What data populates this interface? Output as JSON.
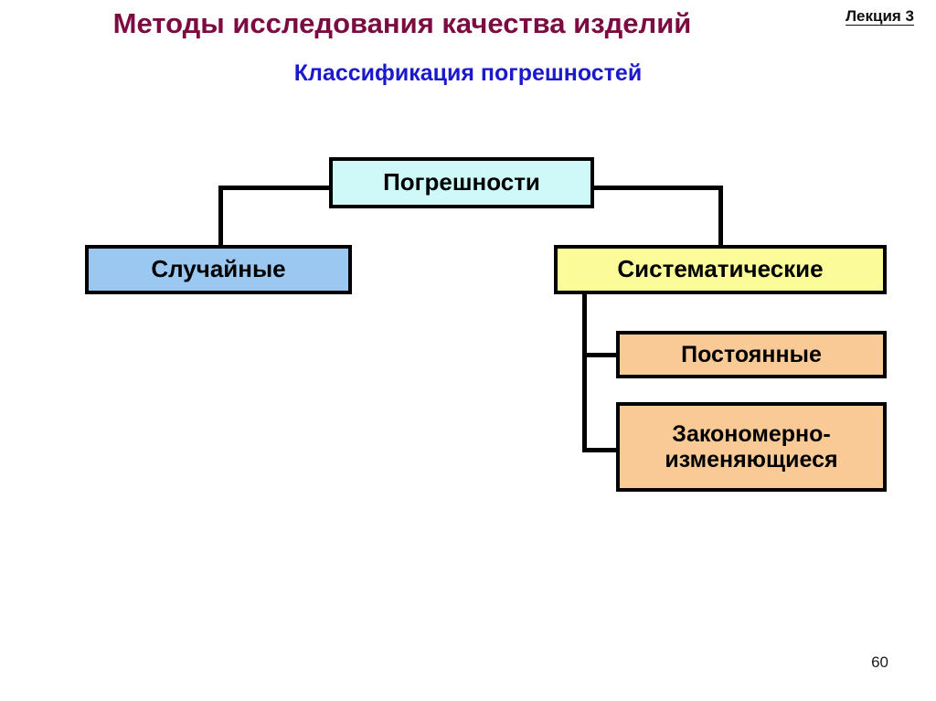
{
  "slide": {
    "title": "Методы исследования качества изделий",
    "lecture_label": "Лекция 3",
    "subtitle": "Классификация погрешностей",
    "page_number": "60"
  },
  "colors": {
    "title": "#7B0B40",
    "subtitle": "#1A1ACC",
    "node_errors_fill": "#CFF8F8",
    "node_random_fill": "#9AC8F0",
    "node_systematic_fill": "#FBFB99",
    "node_constant_fill": "#F9C996",
    "node_regular_fill": "#F9C996",
    "node_border": "#000000",
    "connector": "#000000",
    "background": "#FFFFFF"
  },
  "diagram": {
    "type": "tree",
    "root": {
      "id": "errors",
      "label": "Погрешности"
    },
    "nodes": [
      {
        "id": "errors",
        "label": "Погрешности",
        "level": 0,
        "parent": null,
        "fill": "#CFF8F8"
      },
      {
        "id": "random",
        "label": "Случайные",
        "level": 1,
        "parent": "errors",
        "fill": "#9AC8F0"
      },
      {
        "id": "systematic",
        "label": "Систематические",
        "level": 1,
        "parent": "errors",
        "fill": "#FBFB99"
      },
      {
        "id": "constant",
        "label": "Постоянные",
        "level": 2,
        "parent": "systematic",
        "fill": "#F9C996"
      },
      {
        "id": "regular",
        "label": "Закономерно-изменяющиеся",
        "level": 2,
        "parent": "systematic",
        "fill": "#F9C996"
      }
    ],
    "labels": {
      "errors": "Погрешности",
      "random": "Случайные",
      "systematic": "Систематические",
      "constant": "Постоянные",
      "regular_line1": "Закономерно-",
      "regular_line2": "изменяющиеся"
    }
  }
}
